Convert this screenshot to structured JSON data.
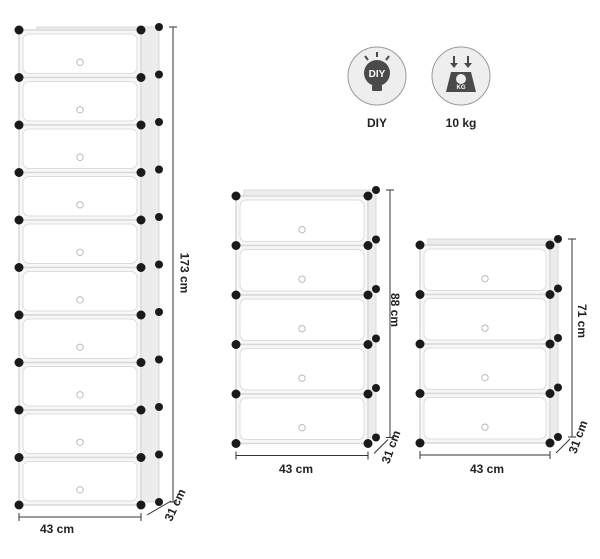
{
  "icons": [
    {
      "name": "diy-icon",
      "glyph": "DIY",
      "label": "DIY"
    },
    {
      "name": "weight-icon",
      "glyph": "KG",
      "label": "10 kg"
    }
  ],
  "units": [
    {
      "cubes": 10,
      "height": "173 cm",
      "width": "43 cm",
      "depth": "31 cm"
    },
    {
      "cubes": 5,
      "height": "88 cm",
      "width": "43 cm",
      "depth": "31 cm"
    },
    {
      "cubes": 4,
      "height": "71 cm",
      "width": "43 cm",
      "depth": "31 cm"
    }
  ],
  "colors": {
    "panel": "#f7f7f7",
    "frame": "#d9d9d9",
    "connector": "#1a1a1a",
    "dimension": "#333333",
    "icon_bg": "#4a4a4a"
  }
}
